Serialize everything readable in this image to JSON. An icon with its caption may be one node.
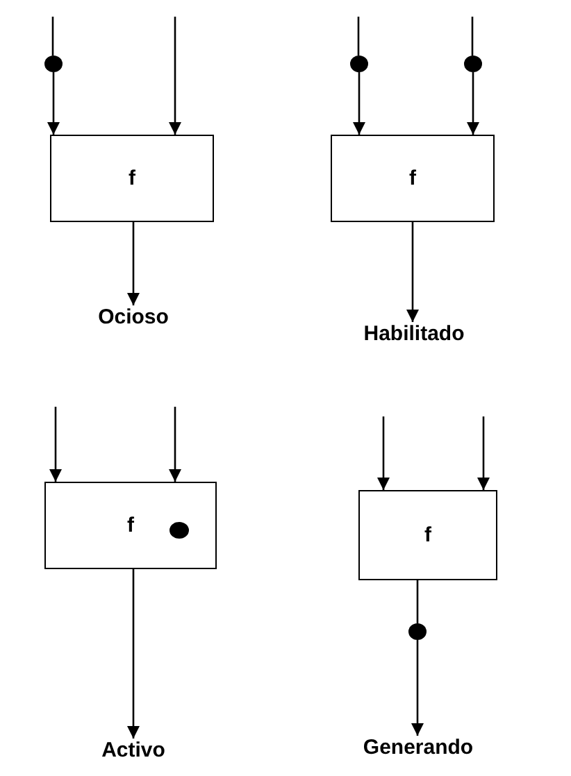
{
  "diagram": {
    "nodes": [
      {
        "text": [],
        "shape": "circle"
      },
      {
        "text": [
          "f"
        ]
      },
      {
        "text": [
          "Ocioso"
        ]
      },
      {
        "text": [],
        "shape": "circle"
      },
      {
        "text": [],
        "shape": "circle"
      },
      {
        "text": [
          "f"
        ]
      },
      {
        "text": [
          "Habilitado"
        ]
      },
      {
        "text": [
          "f"
        ]
      },
      {
        "text": [],
        "shape": "circle",
        "in": 7
      },
      {
        "text": [
          "Activo"
        ]
      },
      {
        "text": [
          "f"
        ]
      },
      {
        "text": [],
        "shape": "circle"
      },
      {
        "text": [
          "Generando"
        ]
      }
    ],
    "edges": [
      {
        "from": null,
        "to": 0,
        "arrow": "none"
      },
      {
        "from": 0,
        "to": 1,
        "arrow": "to"
      },
      {
        "from": null,
        "to": 1,
        "arrow": "to"
      },
      {
        "from": 1,
        "to": 2,
        "arrow": "to"
      },
      {
        "from": null,
        "to": 3,
        "arrow": "none"
      },
      {
        "from": 3,
        "to": 5,
        "arrow": "to"
      },
      {
        "from": null,
        "to": 4,
        "arrow": "none"
      },
      {
        "from": 4,
        "to": 5,
        "arrow": "to"
      },
      {
        "from": 5,
        "to": 6,
        "arrow": "to"
      },
      {
        "from": null,
        "to": 7,
        "arrow": "to"
      },
      {
        "from": null,
        "to": 7,
        "arrow": "to"
      },
      {
        "from": 7,
        "to": 9,
        "arrow": "to"
      },
      {
        "from": null,
        "to": 10,
        "arrow": "to"
      },
      {
        "from": null,
        "to": 10,
        "arrow": "to"
      },
      {
        "from": 10,
        "to": 11,
        "arrow": "none"
      },
      {
        "from": 11,
        "to": 12,
        "arrow": "to"
      }
    ]
  }
}
